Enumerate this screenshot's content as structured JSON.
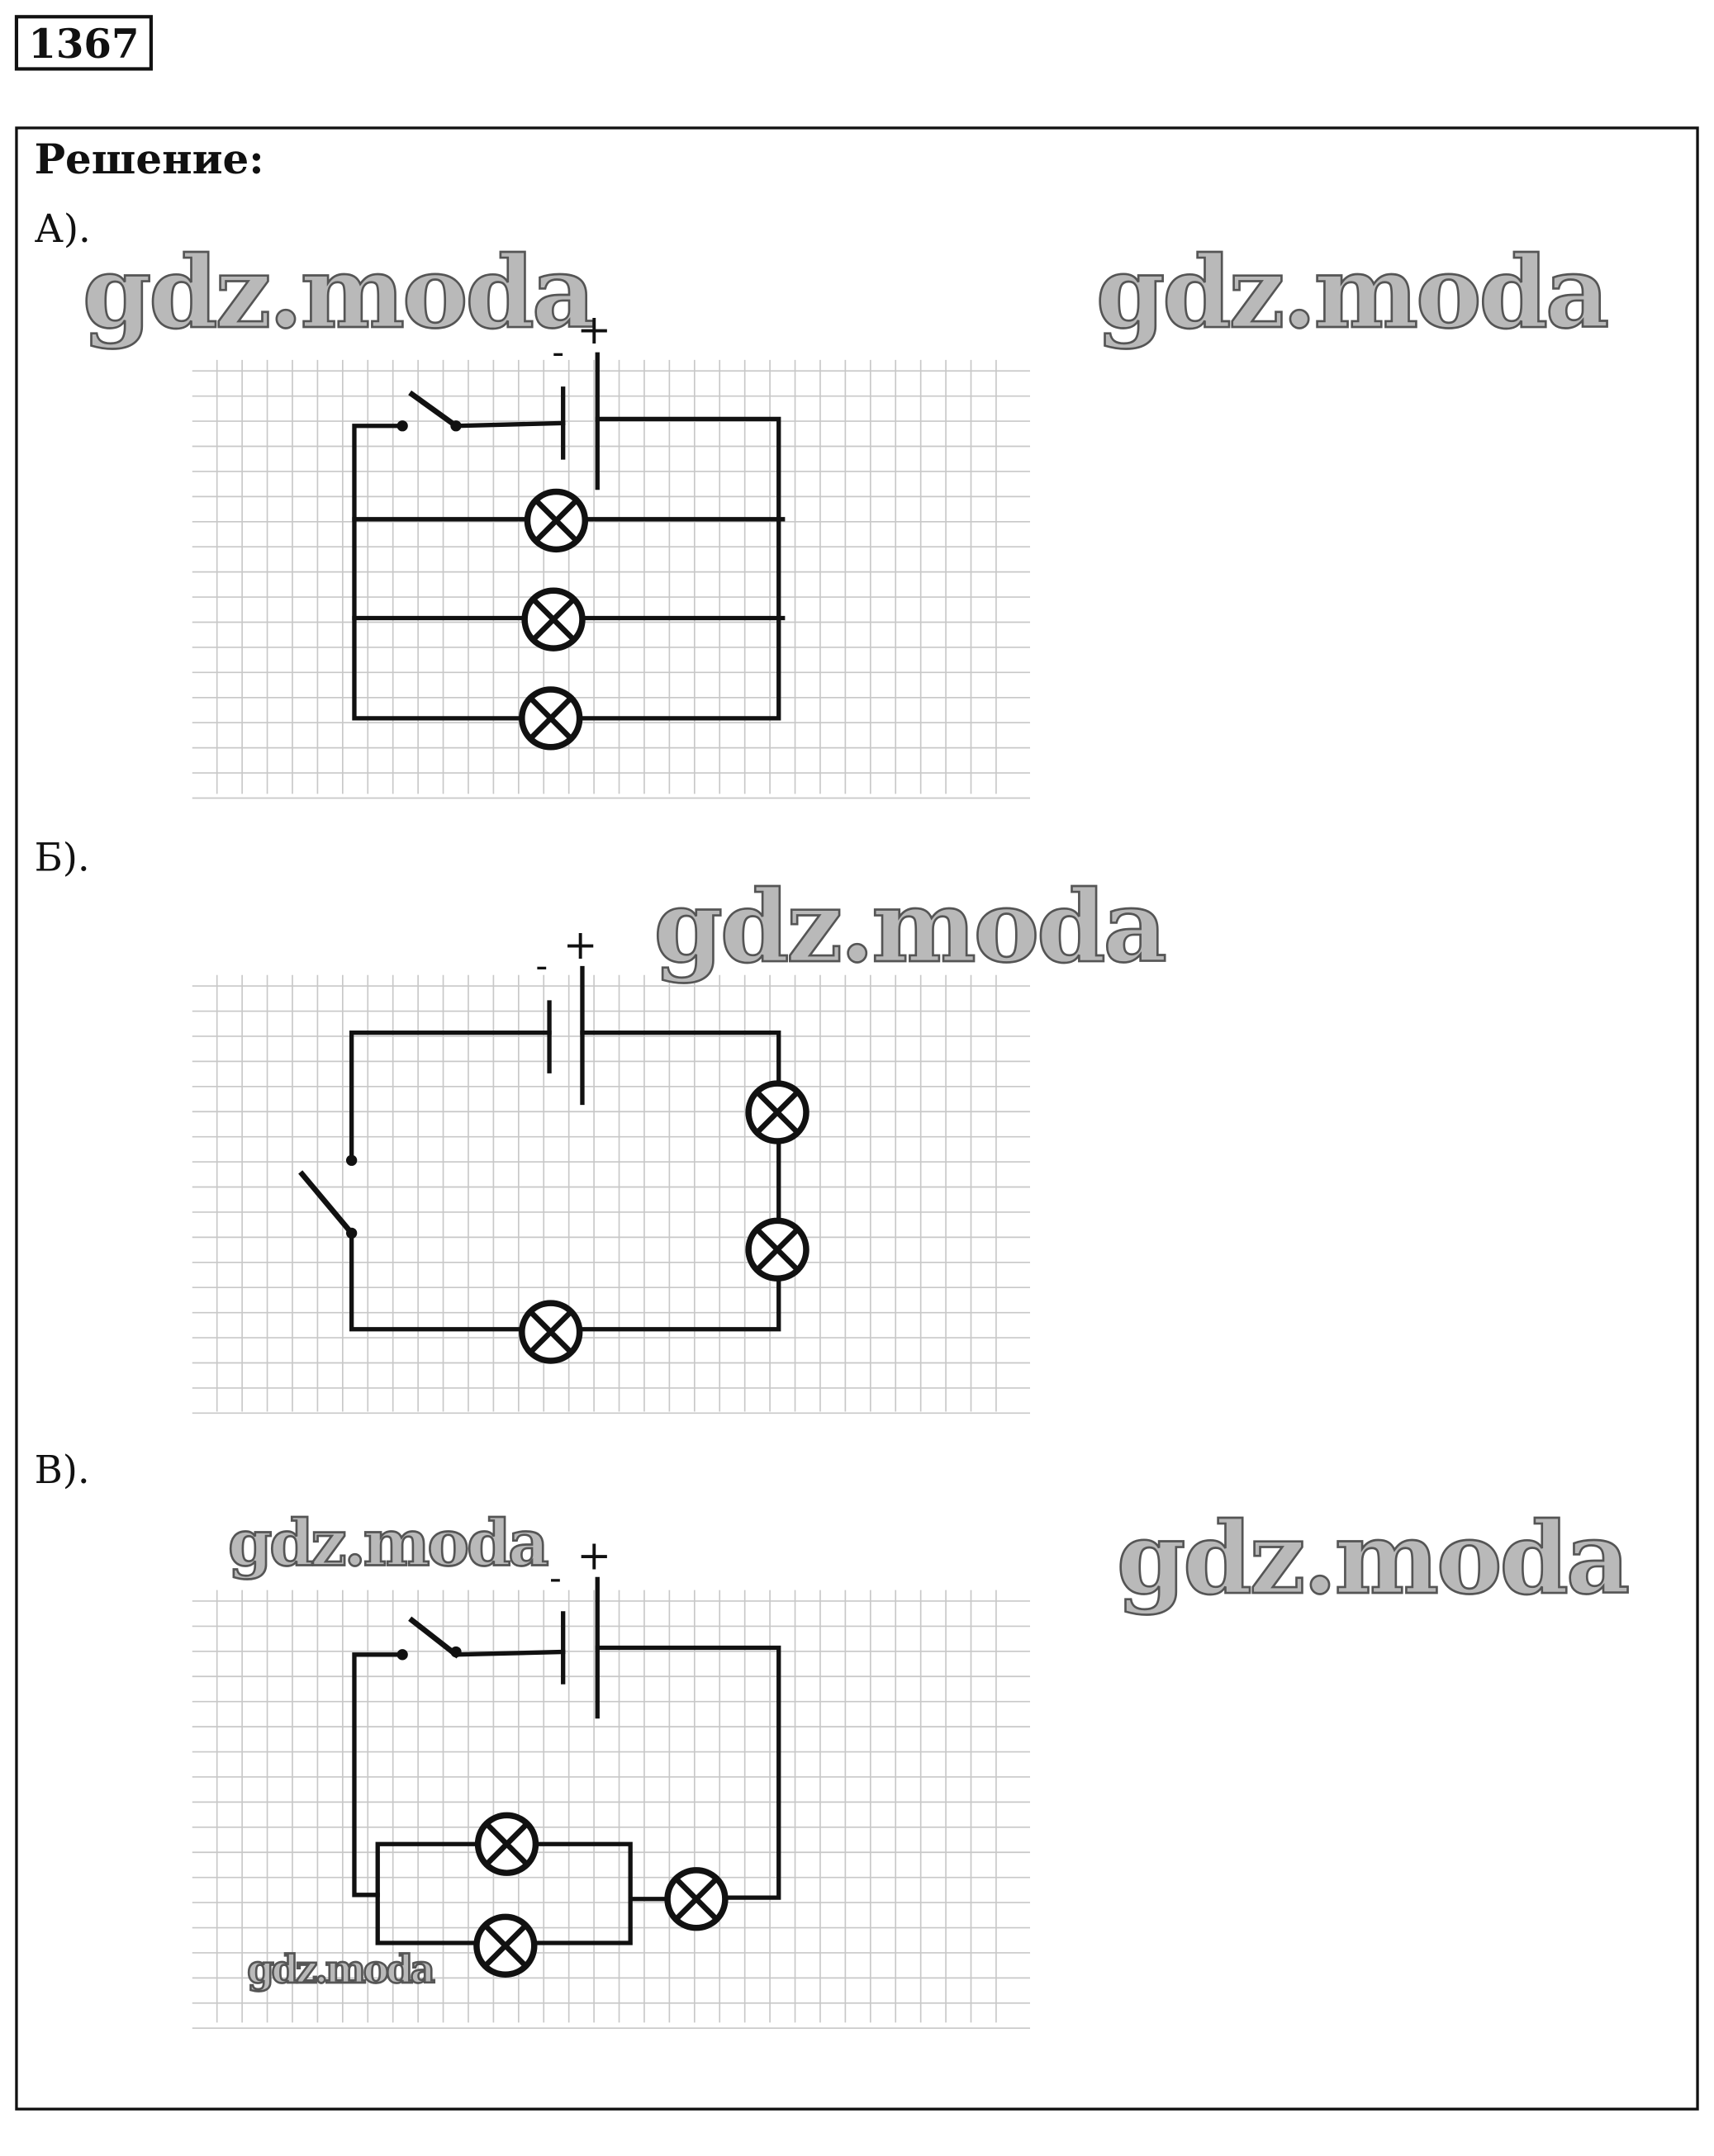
{
  "problem_number": "1367",
  "solution_heading": "Решение:",
  "parts": [
    {
      "label": "А)."
    },
    {
      "label": "Б)."
    },
    {
      "label": "В)."
    }
  ],
  "battery": {
    "minus": "-",
    "plus": "+"
  },
  "watermark": "gdz.moda",
  "colors": {
    "line": "#111111",
    "grid": "#c8c8c8",
    "watermark": "#b9b9b9"
  }
}
